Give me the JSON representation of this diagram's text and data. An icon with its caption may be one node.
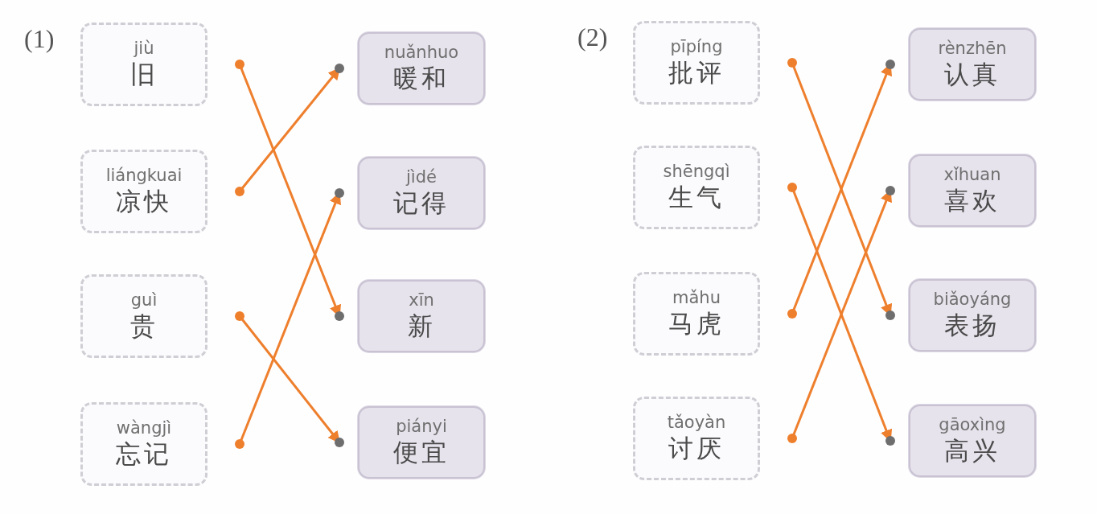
{
  "diagram": {
    "nodes": [
      {
        "text": [
          "jiù",
          "旧"
        ]
      },
      {
        "text": [
          "liángkuai",
          "凉快"
        ]
      },
      {
        "text": [
          "guì",
          "贵"
        ]
      },
      {
        "text": [
          "wàngjì",
          "忘记"
        ]
      },
      {
        "text": [
          "nuǎnhuo",
          "暖和"
        ]
      },
      {
        "text": [
          "jìdé",
          "记得"
        ]
      },
      {
        "text": [
          "xīn",
          "新"
        ]
      },
      {
        "text": [
          "piányi",
          "便宜"
        ]
      },
      {
        "text": [
          "pīpíng",
          "批评"
        ]
      },
      {
        "text": [
          "shēngqì",
          "生气"
        ]
      },
      {
        "text": [
          "mǎhu",
          "马虎"
        ]
      },
      {
        "text": [
          "tǎoyàn",
          "讨厌"
        ]
      },
      {
        "text": [
          "rènzhēn",
          "认真"
        ]
      },
      {
        "text": [
          "xǐhuan",
          "喜欢"
        ]
      },
      {
        "text": [
          "biǎoyáng",
          "表扬"
        ]
      },
      {
        "text": [
          "gāoxìng",
          "高兴"
        ]
      }
    ],
    "edges": [
      {
        "from": 0,
        "to": 6,
        "arrow": "to"
      },
      {
        "from": 1,
        "to": 4,
        "arrow": "to"
      },
      {
        "from": 2,
        "to": 7,
        "arrow": "to"
      },
      {
        "from": 3,
        "to": 5,
        "arrow": "to"
      },
      {
        "from": 8,
        "to": 14,
        "arrow": "to"
      },
      {
        "from": 9,
        "to": 15,
        "arrow": "to"
      },
      {
        "from": 10,
        "to": 12,
        "arrow": "to"
      },
      {
        "from": 11,
        "to": 13,
        "arrow": "to"
      }
    ],
    "labels": [
      "(1)",
      "(2)"
    ]
  }
}
